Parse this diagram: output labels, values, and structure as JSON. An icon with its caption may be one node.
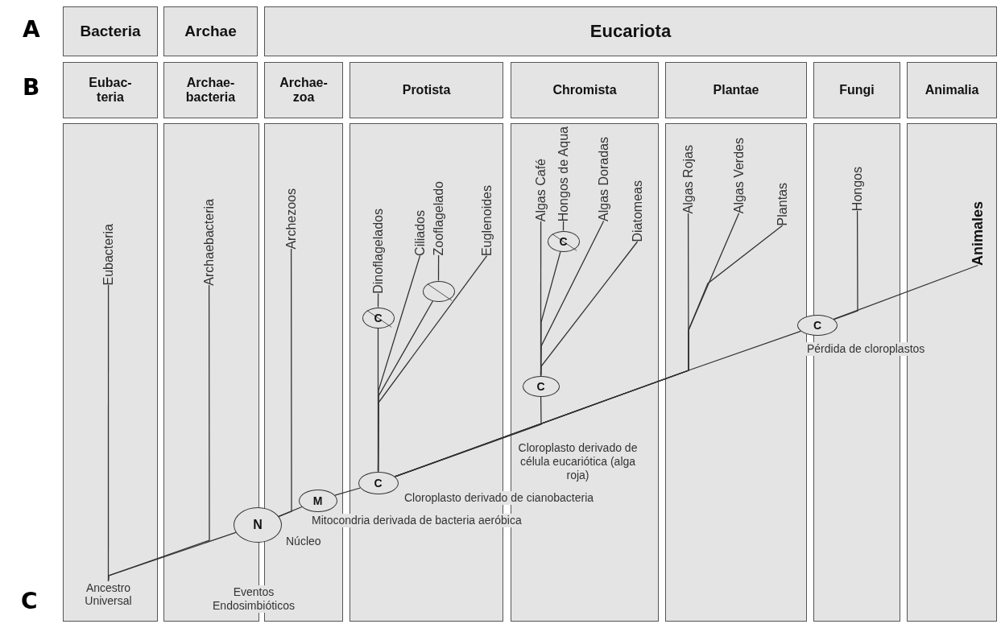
{
  "diagram": {
    "nodes": [
      {
        "text": [
          "Bacteria"
        ]
      },
      {
        "text": [
          "Archae"
        ]
      },
      {
        "text": [
          "Eucariota"
        ]
      },
      {
        "text": [
          "Eubac- teria"
        ]
      },
      {
        "text": [
          "Archae- bacteria"
        ]
      },
      {
        "text": [
          "Archae- zoa"
        ]
      },
      {
        "text": [
          "Protista"
        ]
      },
      {
        "text": [
          "Chromista"
        ]
      },
      {
        "text": [
          "Plantae"
        ]
      },
      {
        "text": [
          "Fungi"
        ]
      },
      {
        "text": [
          "Animalia"
        ]
      },
      {
        "text": [],
        "shape": "box"
      },
      {
        "text": [],
        "shape": "box"
      },
      {
        "text": [],
        "shape": "box"
      },
      {
        "text": [],
        "shape": "box"
      },
      {
        "text": [],
        "shape": "box"
      },
      {
        "text": [],
        "shape": "box"
      },
      {
        "text": [],
        "shape": "box"
      },
      {
        "text": [],
        "shape": "box"
      },
      {
        "text": [
          "Eubacteria"
        ],
        "in": 11
      },
      {
        "text": [
          "Ancestro Universal"
        ],
        "in": 11
      },
      {
        "text": [
          "Archaebacteria"
        ],
        "in": 12
      },
      {
        "text": [
          "N"
        ],
        "beside": [
          "Núcleo"
        ]
      },
      {
        "text": [
          "Archezoos"
        ],
        "in": 13
      },
      {
        "text": [
          "M"
        ],
        "in": 13,
        "beside": [
          "Mitocondria derivada de bacteria aeróbica"
        ]
      },
      {
        "text": [
          "C"
        ],
        "in": 14,
        "beside": [
          "Cloroplasto derivado de cianobacteria"
        ]
      },
      {
        "text": [
          "C"
        ],
        "in": 14
      },
      {
        "text": [
          "Dinoflagelados"
        ],
        "in": 14
      },
      {
        "text": [
          "Ciliados"
        ],
        "in": 14
      },
      {
        "text": [],
        "shape": "circle",
        "in": 14
      },
      {
        "text": [
          "Zooflagelado"
        ],
        "in": 14
      },
      {
        "text": [
          "Euglenoides"
        ],
        "in": 14
      },
      {
        "text": [
          "C"
        ],
        "in": 15
      },
      {
        "text": [
          "C"
        ],
        "in": 15
      },
      {
        "text": [
          "Algas Café"
        ],
        "in": 15
      },
      {
        "text": [
          "Hongos de Aqua"
        ],
        "in": 15
      },
      {
        "text": [
          "Algas Doradas"
        ],
        "in": 15
      },
      {
        "text": [
          "Diatomeas"
        ],
        "in": 15
      },
      {
        "text": [
          "Algas Rojas"
        ],
        "in": 16
      },
      {
        "text": [
          "Algas Verdes"
        ],
        "in": 16
      },
      {
        "text": [
          "Plantas"
        ],
        "in": 16
      },
      {
        "text": [
          "C"
        ],
        "beside": [
          "Pérdida de cloroplastos"
        ]
      },
      {
        "text": [
          "Hongos"
        ],
        "in": 17
      },
      {
        "text": [
          "Animales"
        ],
        "in": 18
      }
    ],
    "edges": [
      {
        "from": 20,
        "to": 19,
        "arrow": "none"
      },
      {
        "from": 20,
        "to": 21,
        "arrow": "none"
      },
      {
        "from": 20,
        "to": 22,
        "arrow": "none"
      },
      {
        "from": 22,
        "to": 23,
        "arrow": "none"
      },
      {
        "from": 22,
        "to": 24,
        "arrow": "none"
      },
      {
        "from": 24,
        "to": 25,
        "arrow": "none"
      },
      {
        "from": 25,
        "to": 26,
        "arrow": "none"
      },
      {
        "from": 26,
        "to": 27,
        "arrow": "none"
      },
      {
        "from": 25,
        "to": 28,
        "arrow": "none"
      },
      {
        "from": 25,
        "to": 29,
        "arrow": "none"
      },
      {
        "from": 29,
        "to": 30,
        "arrow": "none"
      },
      {
        "from": 25,
        "to": 31,
        "arrow": "none"
      },
      {
        "from": 25,
        "to": 32,
        "arrow": "none"
      },
      {
        "from": 32,
        "to": 34,
        "arrow": "none"
      },
      {
        "from": 32,
        "to": 33,
        "arrow": "none"
      },
      {
        "from": 33,
        "to": 35,
        "arrow": "none"
      },
      {
        "from": 32,
        "to": 36,
        "arrow": "none"
      },
      {
        "from": 32,
        "to": 37,
        "arrow": "none"
      },
      {
        "from": 25,
        "to": 38,
        "arrow": "none"
      },
      {
        "from": 25,
        "to": 39,
        "arrow": "none"
      },
      {
        "from": 25,
        "to": 40,
        "arrow": "none"
      },
      {
        "from": 25,
        "to": 41,
        "arrow": "none"
      },
      {
        "from": 41,
        "to": 42,
        "arrow": "none"
      },
      {
        "from": 41,
        "to": 43,
        "arrow": "none"
      }
    ],
    "labels": [
      "A",
      "B",
      "Cloroplasto derivado de célula eucariótica (alga roja)",
      "C",
      "Eventos Endosimbióticos"
    ]
  }
}
